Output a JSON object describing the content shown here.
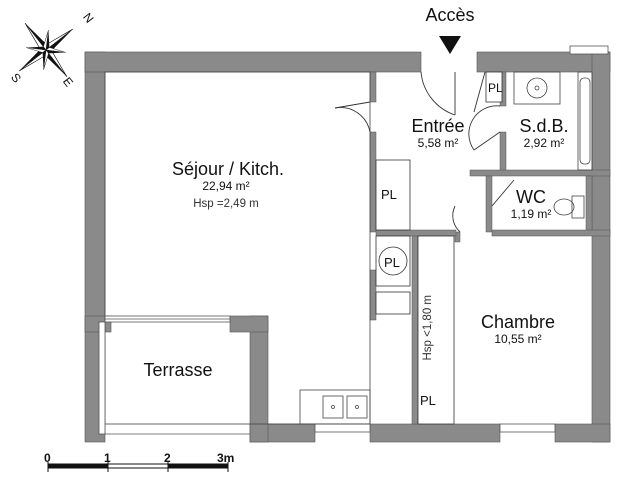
{
  "entrance": {
    "label": "Accès"
  },
  "compass": {
    "n": "N",
    "s": "S",
    "e": "E"
  },
  "rooms": {
    "sejour": {
      "name": "Séjour / Kitch.",
      "area": "22,94 m²",
      "height_note": "Hsp =2,49 m"
    },
    "entree": {
      "name": "Entrée",
      "area": "5,58 m²"
    },
    "sdb": {
      "name": "S.d.B.",
      "area": "2,92 m²"
    },
    "wc": {
      "name": "WC",
      "area": "1,19 m²"
    },
    "chambre": {
      "name": "Chambre",
      "area": "10,55 m²"
    },
    "terrasse": {
      "name": "Terrasse"
    }
  },
  "closets": {
    "pl_label": "PL"
  },
  "hsp_vertical": "Hsp <1,80 m",
  "scale": {
    "labels": [
      "0",
      "1",
      "2",
      "3m"
    ]
  }
}
